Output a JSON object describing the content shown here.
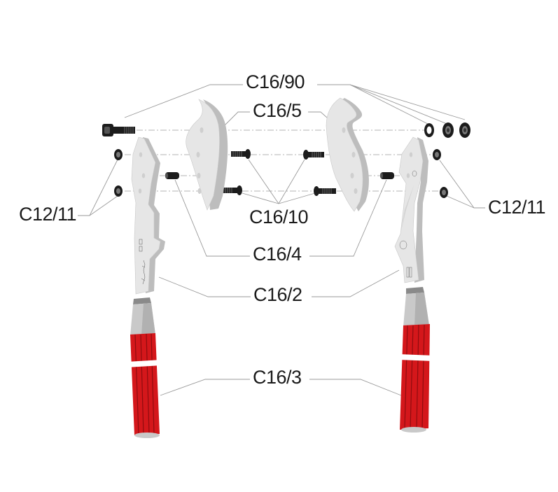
{
  "diagram": {
    "type": "exploded-parts-view",
    "subject": "pruning lopper (two-handed shears)",
    "colors": {
      "background": "#ffffff",
      "blade_face": "#e4e4e4",
      "blade_edge": "#bdbdbd",
      "hardware": "#1c1c1c",
      "handle_red": "#d4171b",
      "handle_red_dark": "#8f0c0f",
      "ferrule_gray": "#c9c9c9",
      "leader_line": "#9a9a9a"
    },
    "parts": [
      {
        "id": "c16_90",
        "label": "C16/90",
        "description": "pivot bolt, washer and nuts",
        "count": 4
      },
      {
        "id": "c16_5",
        "label": "C16/5",
        "description": "anvil / hook blade",
        "count": 2
      },
      {
        "id": "c16_10",
        "label": "C16/10",
        "description": "blade screws",
        "count": 4
      },
      {
        "id": "c16_4",
        "label": "C16/4",
        "description": "spacer pin",
        "count": 2
      },
      {
        "id": "c12_11",
        "label": "C12/11",
        "description": "nuts",
        "count": 4
      },
      {
        "id": "c16_2",
        "label": "C16/2",
        "description": "main arm / blade body",
        "count": 2
      },
      {
        "id": "c16_3",
        "label": "C16/3",
        "description": "red handle grip",
        "count": 2
      }
    ],
    "labels": {
      "c16_90": "C16/90",
      "c16_5": "C16/5",
      "c16_10": "C16/10",
      "c16_4": "C16/4",
      "c12_11_left": "C12/11",
      "c12_11_right": "C12/11",
      "c16_2": "C16/2",
      "c16_3": "C16/3"
    }
  }
}
